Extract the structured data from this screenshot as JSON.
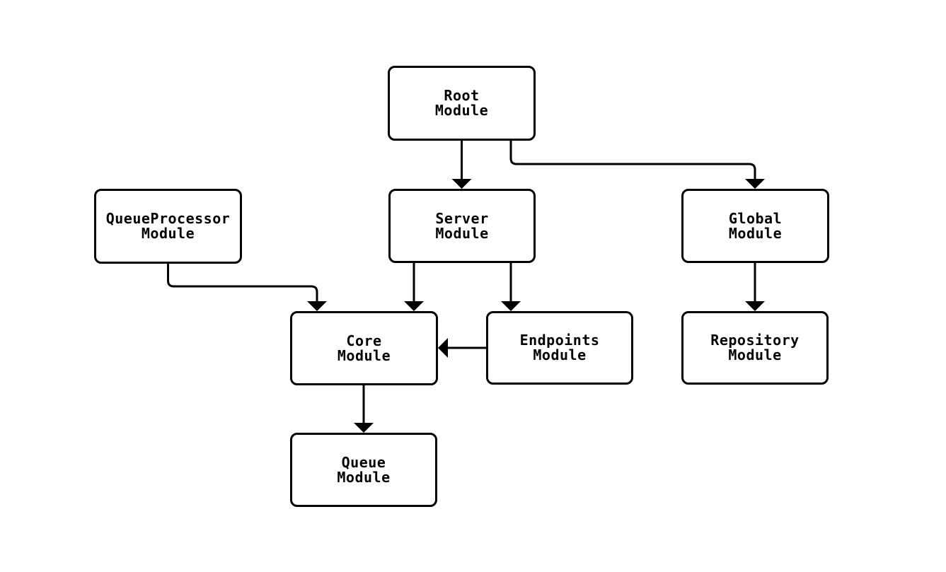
{
  "diagram": {
    "type": "flowchart",
    "background_color": "#ffffff",
    "stroke_color": "#000000",
    "text_color": "#000000",
    "nodes": [
      {
        "id": "root",
        "label": "Root\nModule"
      },
      {
        "id": "queueprocessor",
        "label": "QueueProcessor\nModule"
      },
      {
        "id": "server",
        "label": "Server\nModule"
      },
      {
        "id": "global",
        "label": "Global\nModule"
      },
      {
        "id": "core",
        "label": "Core\nModule"
      },
      {
        "id": "endpoints",
        "label": "Endpoints\nModule"
      },
      {
        "id": "repository",
        "label": "Repository\nModule"
      },
      {
        "id": "queue",
        "label": "Queue\nModule"
      }
    ],
    "edges": [
      {
        "from": "Root Module",
        "to": "Server Module"
      },
      {
        "from": "Root Module",
        "to": "Global Module"
      },
      {
        "from": "QueueProcessor Module",
        "to": "Core Module"
      },
      {
        "from": "Server Module",
        "to": "Core Module"
      },
      {
        "from": "Server Module",
        "to": "Endpoints Module"
      },
      {
        "from": "Global Module",
        "to": "Repository Module"
      },
      {
        "from": "Endpoints Module",
        "to": "Core Module"
      },
      {
        "from": "Core Module",
        "to": "Queue Module"
      }
    ]
  }
}
